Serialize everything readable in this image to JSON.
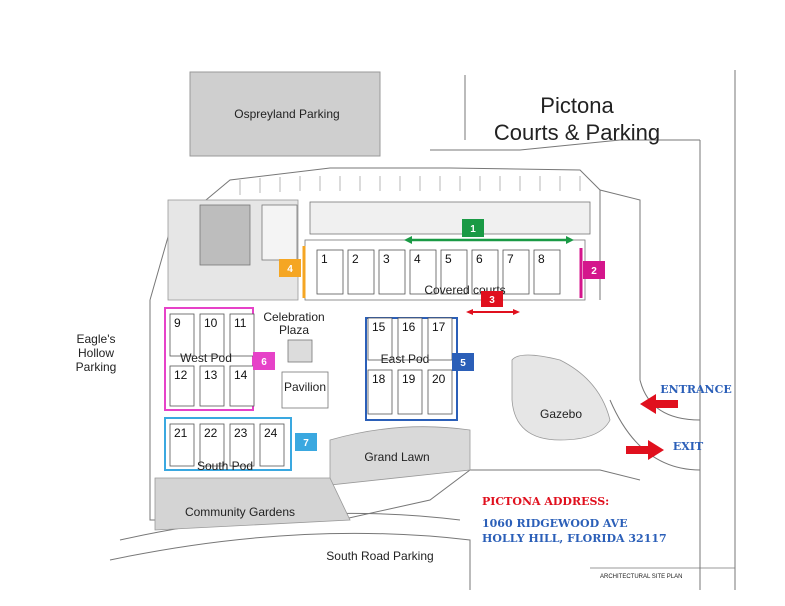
{
  "title": {
    "line1": "Pictona",
    "line2": "Courts & Parking"
  },
  "areas": {
    "ospreyland": "Ospreyland Parking",
    "eagles_hollow": [
      "Eagle's",
      "Hollow",
      "Parking"
    ],
    "celebration_plaza": [
      "Celebration",
      "Plaza"
    ],
    "pavilion": "Pavilion",
    "covered_courts": "Covered courts",
    "west_pod": "West Pod",
    "east_pod": "East Pod",
    "south_pod": "South Pod",
    "grand_lawn": "Grand Lawn",
    "gazebo": "Gazebo",
    "community_gardens": "Community Gardens",
    "south_road": "South Road Parking"
  },
  "courts": {
    "covered": [
      "1",
      "2",
      "3",
      "4",
      "5",
      "6",
      "7",
      "8"
    ],
    "west_row1": [
      "9",
      "10",
      "11"
    ],
    "west_row2": [
      "12",
      "13",
      "14"
    ],
    "east_row1": [
      "15",
      "16",
      "17"
    ],
    "east_row2": [
      "18",
      "19",
      "20"
    ],
    "south": [
      "21",
      "22",
      "23",
      "24"
    ]
  },
  "markers": [
    {
      "id": "m1",
      "label": "1",
      "color": "#1a9a45"
    },
    {
      "id": "m2",
      "label": "2",
      "color": "#d4168c"
    },
    {
      "id": "m3",
      "label": "3",
      "color": "#e0101e"
    },
    {
      "id": "m4",
      "label": "4",
      "color": "#f5a623"
    },
    {
      "id": "m5",
      "label": "5",
      "color": "#2b5fb8"
    },
    {
      "id": "m6",
      "label": "6",
      "color": "#e642c8"
    },
    {
      "id": "m7",
      "label": "7",
      "color": "#3aa8e0"
    }
  ],
  "entrance": "ENTRANCE",
  "exit": "EXIT",
  "address": {
    "heading": "PICTONA ADDRESS:",
    "line1": "1060 RIDGEWOOD AVE",
    "line2": "HOLLY HILL, FLORIDA 32117"
  },
  "colors": {
    "entrance_text": "#2b5fb8",
    "exit_text": "#2b5fb8",
    "arrow": "#e0101e",
    "address_heading": "#e0101e",
    "address_body": "#2b5fb8",
    "green_line": "#1a9a45",
    "red_line": "#e0101e",
    "west_pod_border": "#e642c8",
    "east_pod_border": "#2b5fb8",
    "south_pod_border": "#3aa8e0",
    "pink_line": "#d4168c",
    "orange_line": "#f5a623"
  },
  "footer": {
    "plan_label": "ARCHITECTURAL SITE PLAN"
  }
}
